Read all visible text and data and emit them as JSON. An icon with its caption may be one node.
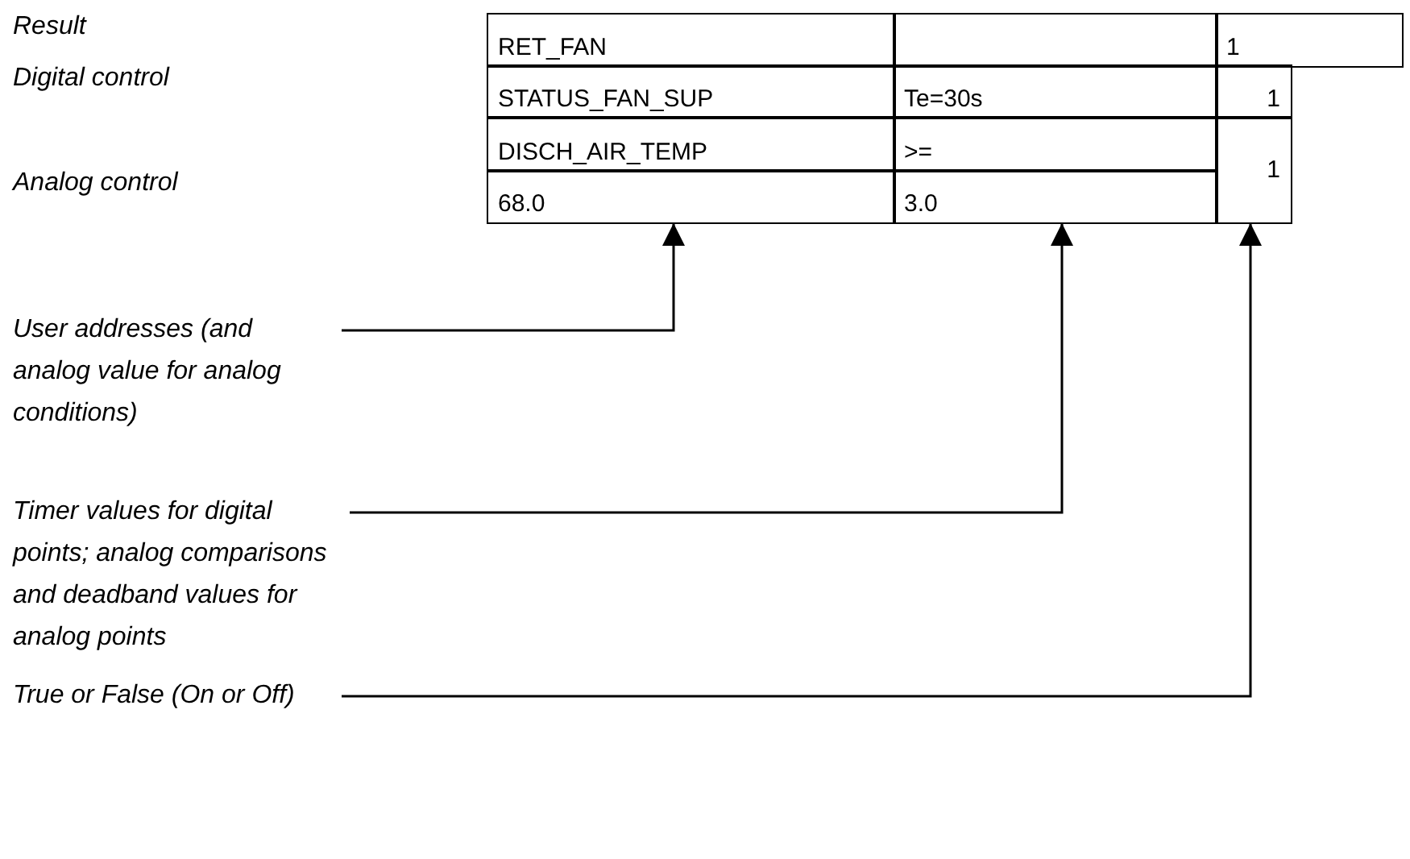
{
  "diagram": {
    "nodes": [
      {
        "text": [
          "1"
        ]
      },
      {
        "text": [
          "68.0"
        ]
      },
      {
        "text": [
          "3.0"
        ]
      },
      {
        "text": [
          "User addresses (and analog value for analog conditions)"
        ]
      },
      {
        "text": [
          "Timer values for digital points; analog comparisons and deadband values for analog points"
        ]
      },
      {
        "text": [
          "True or False (On or Off)"
        ]
      }
    ],
    "edges": [
      {
        "from": 3,
        "to": 1,
        "arrow": "to"
      },
      {
        "from": 4,
        "to": 2,
        "arrow": "to"
      },
      {
        "from": 5,
        "to": 0,
        "arrow": "to"
      }
    ],
    "labels": [
      "Result",
      "Digital control",
      "Analog control",
      "RET_FAN",
      "1",
      "STATUS_FAN_SUP",
      "Te=30s",
      "1",
      "DISCH_AIR_TEMP",
      ">="
    ]
  }
}
